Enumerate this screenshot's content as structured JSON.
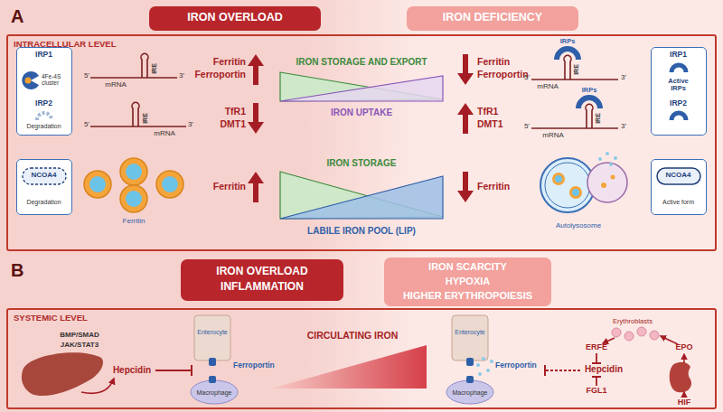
{
  "diagram": {
    "nodes": [
      {
        "text": [
          "IRON OVERLOAD"
        ]
      },
      {
        "text": [
          "IRON DEFICIENCY"
        ]
      },
      {
        "text": [
          "INTRACELLULAR LEVEL"
        ]
      },
      {
        "text": [
          "IRP1",
          "4Fe-4S cluster",
          "IRP2",
          "Degradation"
        ],
        "in": 2
      },
      {
        "text": [
          "IRP1",
          "Active IRPs",
          "IRP2"
        ],
        "in": 2
      },
      {
        "text": [
          "NCOA4",
          "Degradation"
        ],
        "in": 2
      },
      {
        "text": [
          "NCOA4",
          "Active form"
        ],
        "in": 2
      },
      {
        "text": [
          "IRON OVERLOAD",
          "INFLAMMATION"
        ]
      },
      {
        "text": [
          "IRON SCARCITY",
          "HYPOXIA",
          "HIGHER ERYTHROPOIESIS"
        ]
      },
      {
        "text": [
          "SYSTEMIC LEVEL"
        ]
      }
    ],
    "labels": [
      "A",
      "5'",
      "3'",
      "mRNA",
      "IRE",
      "Ferritin",
      "Ferroportin",
      "IRON STORAGE AND EXPORT",
      "Ferritin",
      "Ferroportin",
      "IRPs",
      "5'",
      "3'",
      "mRNA",
      "IRE",
      "5'",
      "3'",
      "mRNA",
      "IRE",
      "TfR1",
      "DMT1",
      "IRON UPTAKE",
      "TfR1",
      "DMT1",
      "IRPs",
      "5'",
      "3'",
      "mRNA",
      "IRE",
      "Ferritin",
      "Ferritin",
      "IRON STORAGE",
      "LABILE IRON POOL (LIP)",
      "Ferritin",
      "Autolysosome",
      "B",
      "BMP/SMAD",
      "JAK/STAT3",
      "Hepcidin",
      "Enterocyte",
      "Ferroportin",
      "Macrophage",
      "CIRCULATING IRON",
      "Enterocyte",
      "Ferroportin",
      "Macrophage",
      "Erythroblasts",
      "ERFE",
      "EPO",
      "Hepcidin",
      "FGL1",
      "HIF"
    ]
  }
}
